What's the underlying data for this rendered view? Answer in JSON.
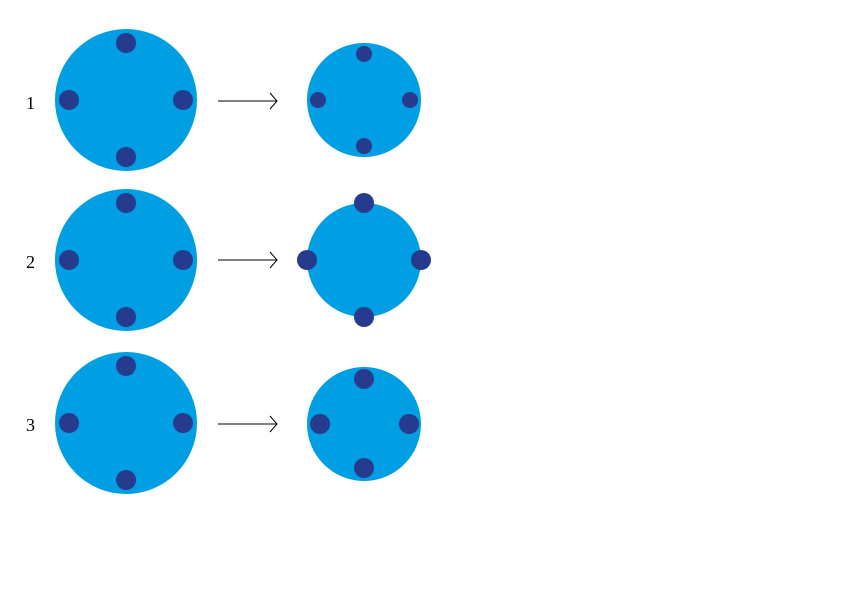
{
  "colors": {
    "background": "#ffffff",
    "disc": "#009ee2",
    "dot": "#273b8e",
    "arrow": "#000000",
    "label": "#000000"
  },
  "rows": [
    {
      "label": "1",
      "before": {
        "dot_icon": "small-dot-icon",
        "dot_size": "large",
        "dot_position": "inside-rim"
      },
      "after": {
        "disc_size": "smaller",
        "dot_size": "smaller",
        "dot_position": "inside-rim"
      }
    },
    {
      "label": "2",
      "before": {
        "dot_icon": "small-dot-icon",
        "dot_size": "large",
        "dot_position": "inside-rim"
      },
      "after": {
        "disc_size": "smaller",
        "dot_size": "same",
        "dot_position": "on-rim"
      }
    },
    {
      "label": "3",
      "before": {
        "dot_icon": "small-dot-icon",
        "dot_size": "large",
        "dot_position": "inside-rim"
      },
      "after": {
        "disc_size": "smaller",
        "dot_size": "same",
        "dot_position": "inside-rim"
      }
    }
  ],
  "arrow_icon": "long-right-arrow-icon"
}
